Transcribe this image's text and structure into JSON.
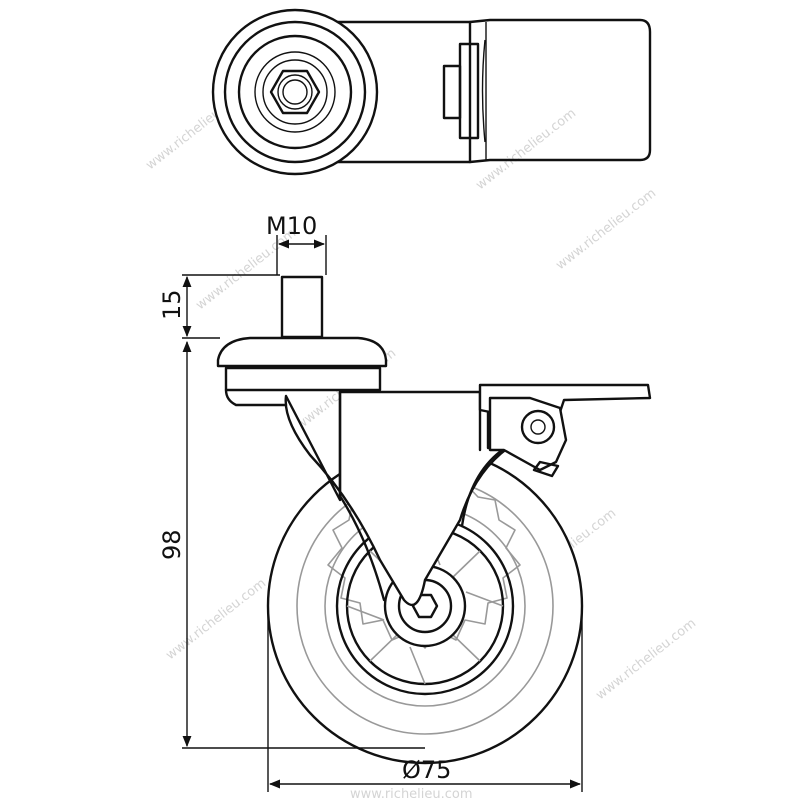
{
  "dimensions": {
    "thread": "M10",
    "stem_length": "15",
    "total_height": "98",
    "wheel_diameter": "Ø75"
  },
  "watermark": {
    "text": "www.richelieu.com",
    "footer": "www.richelieu.com"
  },
  "colors": {
    "line": "#111111",
    "detail": "#999999",
    "watermark": "#d4d4d4"
  }
}
